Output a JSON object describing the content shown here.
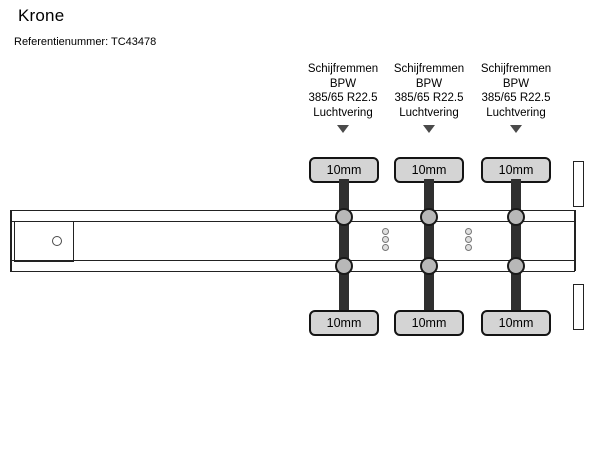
{
  "header": {
    "brand": "Krone",
    "reference_label": "Referentienummer: TC43478"
  },
  "axles": [
    {
      "brake_type": "Schijfremmen",
      "axle_brand": "BPW",
      "tyre_size": "385/65 R22.5",
      "suspension": "Luchtvering",
      "tread_top": "10mm",
      "tread_bottom": "10mm"
    },
    {
      "brake_type": "Schijfremmen",
      "axle_brand": "BPW",
      "tyre_size": "385/65 R22.5",
      "suspension": "Luchtvering",
      "tread_top": "10mm",
      "tread_bottom": "10mm"
    },
    {
      "brake_type": "Schijfremmen",
      "axle_brand": "BPW",
      "tyre_size": "385/65 R22.5",
      "suspension": "Luchtvering",
      "tread_top": "10mm",
      "tread_bottom": "10mm"
    }
  ],
  "colors": {
    "tread_box_fill": "#d4d4d4",
    "tread_box_border": "#141414",
    "axle_bar": "#2f2f2f",
    "hub_fill": "#b8b8b8",
    "frame_line": "#222222"
  }
}
